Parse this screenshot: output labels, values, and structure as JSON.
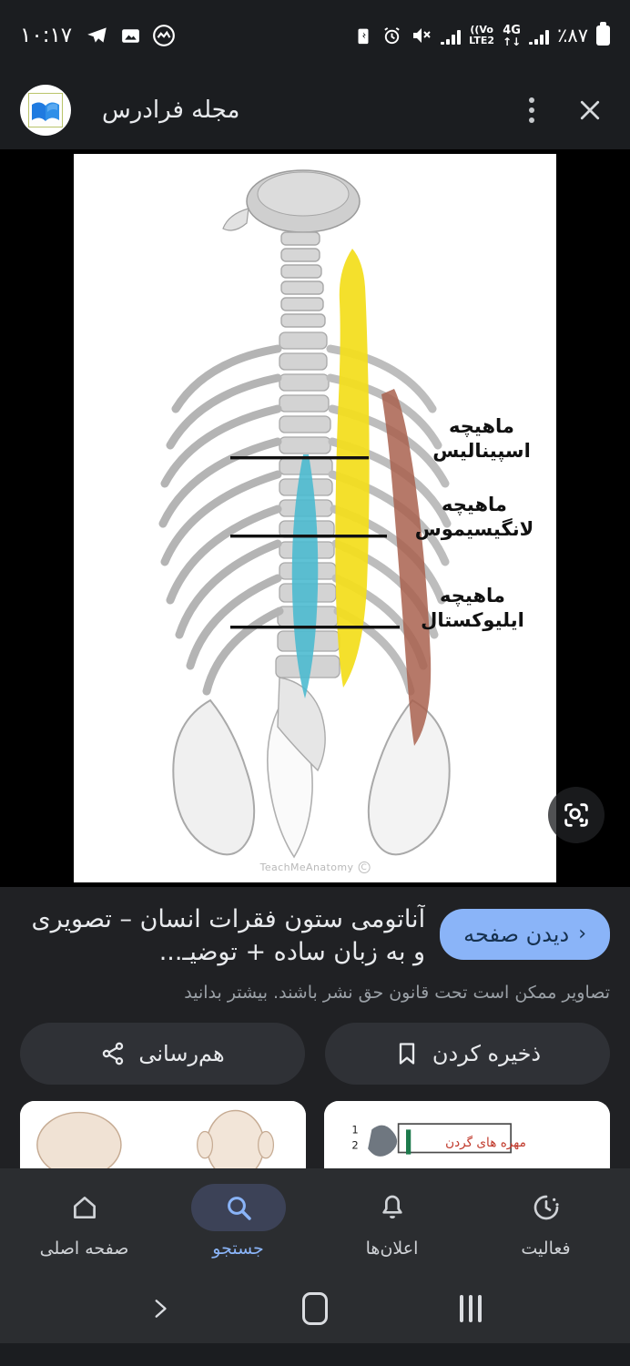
{
  "status_bar": {
    "battery_percent": "٪۸۷",
    "network_type": "4G",
    "network_sub": "↓↑",
    "volte": "Vo))",
    "lte_label": "LTE2",
    "time": "۱۰:۱۷",
    "icons": [
      "battery-icon",
      "signal-bars-icon",
      "4g-lte-icon",
      "volte-icon",
      "signal-bars-2-icon",
      "mute-icon",
      "alarm-icon",
      "battery-saver-icon",
      "coinmarketcap-icon",
      "gallery-icon",
      "telegram-icon"
    ]
  },
  "header": {
    "source_name": "مجله فرادرس",
    "close_label": "بستن",
    "menu_label": "گزینه‌های بیشتر"
  },
  "image": {
    "labels": [
      {
        "line1": "ماهیچه",
        "line2": "اسپینالیس"
      },
      {
        "line1": "ماهیچه",
        "line2": "لانگیسیموس"
      },
      {
        "line1": "ماهیچه",
        "line2": "ایلیوکستال"
      }
    ],
    "watermark": "TeachMeAnatomy",
    "watermark_mark": "C",
    "lens_label": "جستجو با لنز",
    "colors": {
      "spinalis": "#49b9cf",
      "longissimus": "#f3de1c",
      "iliocostalis": "#a9614f",
      "bone": "#b9b9b9"
    }
  },
  "result": {
    "title": "آناتومی ستون فقرات انسان – تصویری و به زبان ساده + توضیـ...",
    "view_page_label": "دیدن صفحه",
    "view_page_chevron": "‹",
    "copyright_note": "تصاویر ممکن است تحت قانون حق نشر باشند. بیشتر بدانید"
  },
  "actions": [
    {
      "label": "هم‌رسانی",
      "icon": "share-icon"
    },
    {
      "label": "ذخیره کردن",
      "icon": "bookmark-icon"
    }
  ],
  "bottom_nav": [
    {
      "label": "صفحه اصلی",
      "icon": "home-icon",
      "active": false
    },
    {
      "label": "جستجو",
      "icon": "search-icon",
      "active": true
    },
    {
      "label": "اعلان‌ها",
      "icon": "bell-icon",
      "active": false
    },
    {
      "label": "فعالیت",
      "icon": "activity-icon",
      "active": false
    }
  ],
  "system_nav": {
    "recents_label": "برنامه‌های اخیر",
    "home_label": "خانه",
    "back_label": "بازگشت"
  },
  "theme": {
    "accent": "#8ab4f8",
    "surface": "#202124",
    "bar": "#2b2d30",
    "chip": "#2f3136",
    "text": "#e8eaed",
    "muted": "#9aa0a6"
  }
}
